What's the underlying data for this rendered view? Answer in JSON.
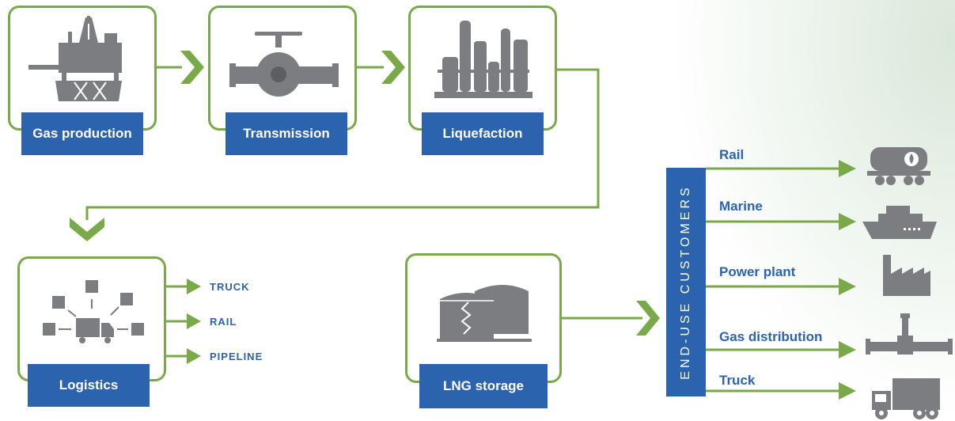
{
  "stages": {
    "gas_production": "Gas production",
    "transmission": "Transmission",
    "liquefaction": "Liquefaction",
    "logistics": "Logistics",
    "lng_storage": "LNG storage"
  },
  "logistics_modes": [
    "TRUCK",
    "RAIL",
    "PIPELINE"
  ],
  "end_use": {
    "title": "END-USE CUSTOMERS",
    "customers": [
      "Rail",
      "Marine",
      "Power plant",
      "Gas distribution",
      "Truck"
    ]
  },
  "icons": {
    "gas_production": "offshore-rig-icon",
    "transmission": "pipeline-valve-icon",
    "liquefaction": "refinery-icon",
    "logistics": "logistics-network-icon",
    "lng_storage": "storage-tanks-icon",
    "rail": "tank-car-icon",
    "marine": "cruise-ship-icon",
    "power_plant": "factory-icon",
    "gas_distribution": "pipe-valve-icon",
    "truck": "truck-icon"
  },
  "colors": {
    "accent_green": "#7aa94a",
    "label_blue": "#2b63ae",
    "icon_gray": "#7c7d80"
  }
}
